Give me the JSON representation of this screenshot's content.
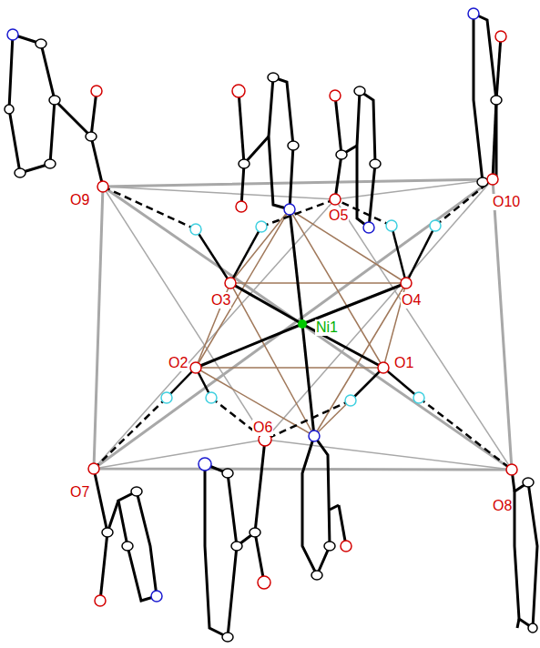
{
  "diagram": {
    "labels": [
      "O9",
      "O5",
      "O10",
      "O3",
      "O4",
      "Ni1",
      "O2",
      "O1",
      "O7",
      "O6",
      "O8"
    ]
  }
}
